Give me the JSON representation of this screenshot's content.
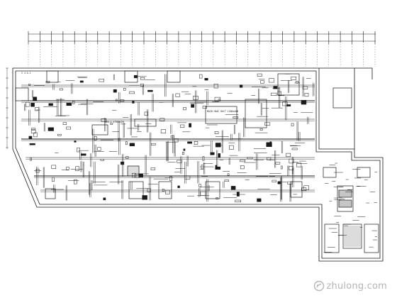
{
  "drawing": {
    "ink": "#1a1a1a",
    "labels": {
      "top_left": "2 4 A-1",
      "center": "MAIN HVAC DUCT 1200x400",
      "left_room": "AHU-1 4750x420"
    }
  },
  "watermark": {
    "text": "zhulong.com",
    "icon": "zhulong-logo-icon",
    "color": "#b5b5b5"
  }
}
